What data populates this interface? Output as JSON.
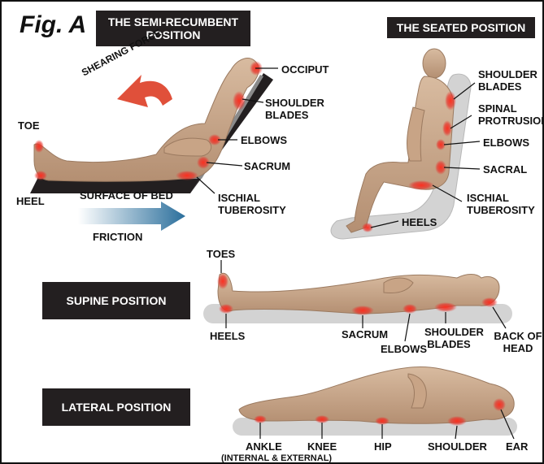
{
  "figure_title": "Fig. A",
  "headers": {
    "semi_recumbent": "THE SEMI-RECUMBENT POSITION",
    "seated": "THE SEATED POSITION",
    "supine": "SUPINE POSITION",
    "lateral": "LATERAL POSITION"
  },
  "semi_recumbent": {
    "shearing_force": "SHEARING FORCE",
    "surface_of_bed": "SURFACE OF BED",
    "friction": "FRICTION",
    "toe": "TOE",
    "heel": "HEEL",
    "occiput": "OCCIPUT",
    "shoulder_blades": "SHOULDER BLADES",
    "elbows": "ELBOWS",
    "sacrum": "SACRUM",
    "ischial_tuberosity": "ISCHIAL TUBEROSITY"
  },
  "seated": {
    "shoulder_blades": "SHOULDER BLADES",
    "spinal_protrusions": "SPINAL PROTRUSIONS",
    "elbows": "ELBOWS",
    "sacral": "SACRAL",
    "ischial_tuberosity": "ISCHIAL TUBEROSITY",
    "heels": "HEELS"
  },
  "supine": {
    "toes": "TOES",
    "heels": "HEELS",
    "sacrum": "SACRUM",
    "elbows": "ELBOWS",
    "shoulder_blades": "SHOULDER BLADES",
    "back_of_head": "BACK OF HEAD"
  },
  "lateral": {
    "ankle": "ANKLE",
    "ankle_note": "(INTERNAL & EXTERNAL)",
    "knee": "KNEE",
    "hip": "HIP",
    "shoulder": "SHOULDER",
    "ear": "EAR"
  },
  "colors": {
    "skin": "#c9a98c",
    "skin_shadow": "#a9856a",
    "pressure": "#e8332a",
    "surface": "#d3d3d3",
    "dark": "#231f20",
    "arrow_red": "#e0503a",
    "arrow_blue": "#2b6f9c"
  }
}
